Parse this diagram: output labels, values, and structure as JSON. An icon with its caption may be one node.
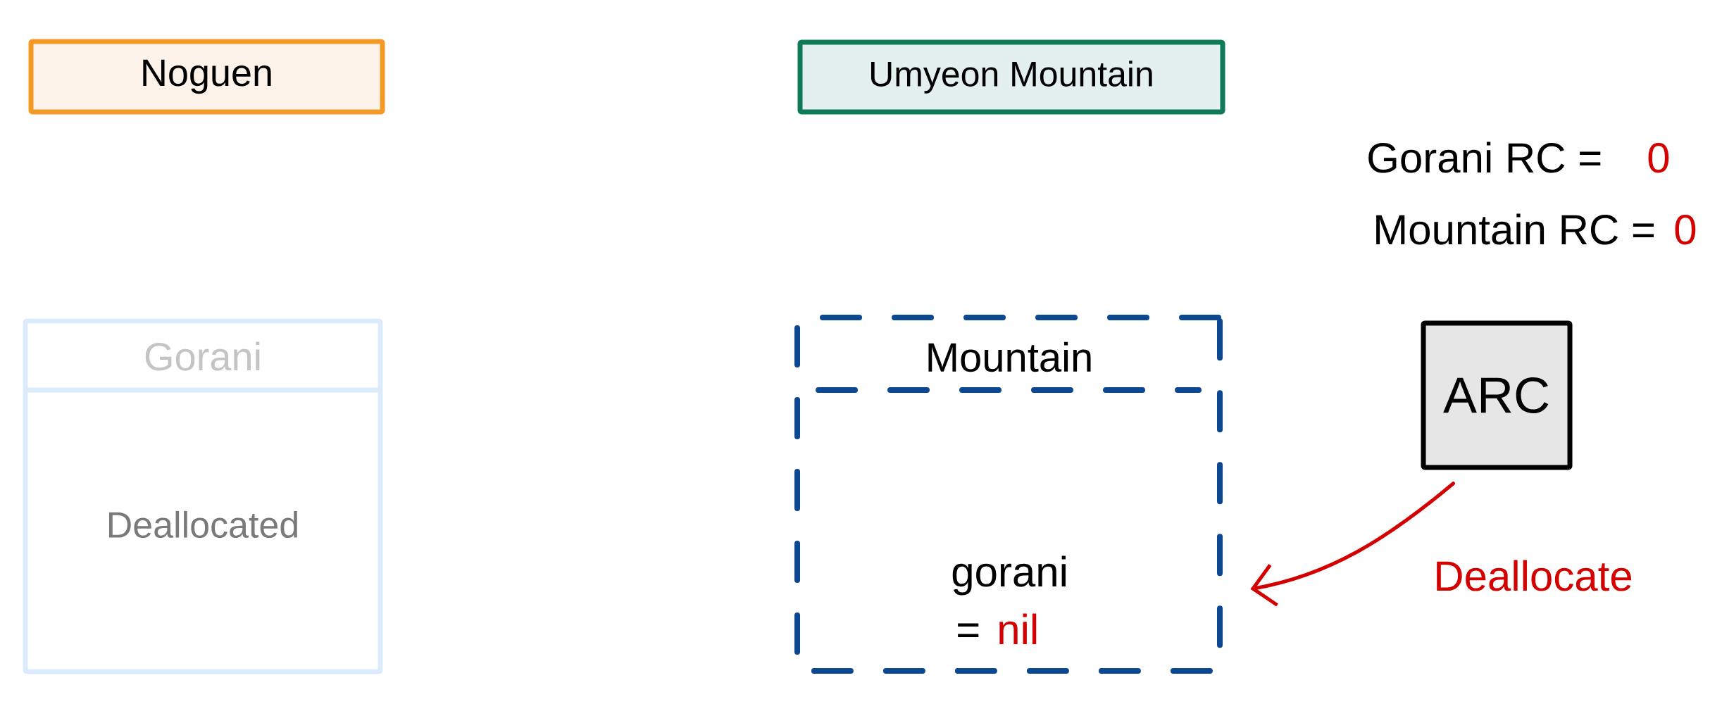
{
  "diagram": {
    "nodes": [
      {
        "text": [
          "Noguen"
        ]
      },
      {
        "text": [
          "Umyeon Mountain"
        ]
      },
      {
        "text": [
          "Gorani",
          "Deallocated"
        ]
      },
      {
        "text": [
          "Mountain",
          "gorani",
          "=",
          "nil"
        ]
      },
      {
        "text": [
          "ARC"
        ]
      }
    ],
    "edges": [
      {
        "from": 4,
        "to": 3,
        "arrow": "to",
        "label": "Deallocate",
        "color": "#d40000"
      }
    ],
    "labels": [
      "Gorani RC =",
      "0",
      "Mountain RC =",
      "0"
    ]
  }
}
